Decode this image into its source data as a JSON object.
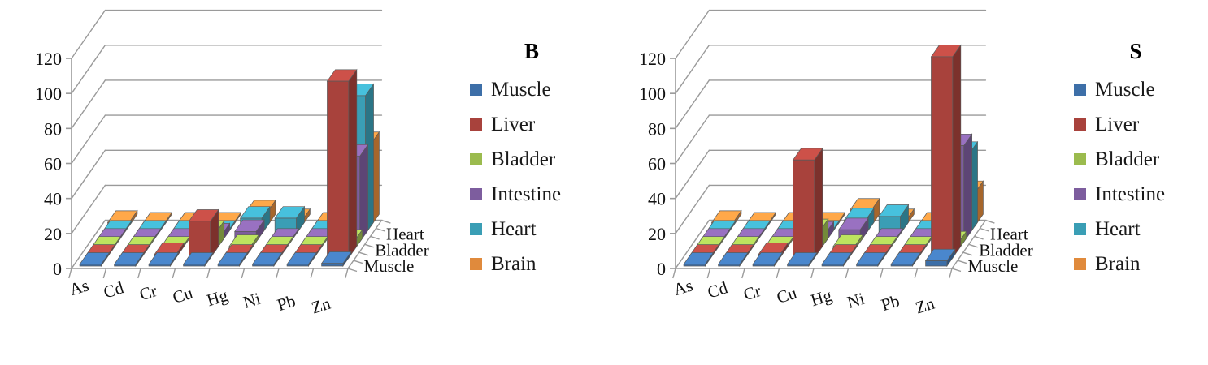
{
  "figure": {
    "background": "#ffffff",
    "panel_count": 2
  },
  "series_colors": {
    "Muscle": "#3D6FA8",
    "Liver": "#A8423C",
    "Bladder": "#9BBB4E",
    "Intestine": "#7D5D9E",
    "Heart": "#3A9EB5",
    "Brain": "#E08A3C"
  },
  "panels": [
    {
      "id": "panel-b",
      "legend_title": "B",
      "legend_items": [
        {
          "label": "Muscle",
          "color": "#3D6FA8"
        },
        {
          "label": "Liver",
          "color": "#A8423C"
        },
        {
          "label": "Bladder",
          "color": "#9BBB4E"
        },
        {
          "label": "Intestine",
          "color": "#7D5D9E"
        },
        {
          "label": "Heart",
          "color": "#3A9EB5"
        },
        {
          "label": "Brain",
          "color": "#E08A3C"
        }
      ]
    },
    {
      "id": "panel-s",
      "legend_title": "S",
      "legend_items": [
        {
          "label": "Muscle",
          "color": "#3D6FA8"
        },
        {
          "label": "Liver",
          "color": "#A8423C"
        },
        {
          "label": "Bladder",
          "color": "#9BBB4E"
        },
        {
          "label": "Intestine",
          "color": "#7D5D9E"
        },
        {
          "label": "Heart",
          "color": "#3A9EB5"
        },
        {
          "label": "Brain",
          "color": "#E08A3C"
        }
      ]
    }
  ],
  "chart_data": [
    {
      "type": "bar",
      "title": "B",
      "subtype": "3d-grouped-bar",
      "xlabel": "",
      "ylabel": "",
      "zlabel": "",
      "ylim": [
        0,
        120
      ],
      "yticks": [
        0,
        20,
        40,
        60,
        80,
        100,
        120
      ],
      "grid": true,
      "legend_position": "right",
      "categories": [
        "As",
        "Cd",
        "Cr",
        "Cu",
        "Hg",
        "Ni",
        "Pb",
        "Zn"
      ],
      "depth_categories": [
        "Muscle",
        "Liver",
        "Bladder",
        "Intestine",
        "Heart",
        "Brain"
      ],
      "depth_tick_labels": [
        "Muscle",
        "Bladder",
        "Heart"
      ],
      "series": [
        {
          "name": "Muscle",
          "color": "#3D6FA8",
          "values": [
            0.4,
            0.3,
            0.4,
            0.5,
            0.4,
            0.3,
            0.3,
            1.5
          ]
        },
        {
          "name": "Liver",
          "color": "#A8423C",
          "values": [
            0.6,
            0.5,
            2.0,
            21.0,
            0.4,
            0.4,
            0.4,
            101.0
          ]
        },
        {
          "name": "Bladder",
          "color": "#9BBB4E",
          "values": [
            0.5,
            0.5,
            0.5,
            10.0,
            2.0,
            0.4,
            0.4,
            5.0
          ]
        },
        {
          "name": "Intestine",
          "color": "#7D5D9E",
          "values": [
            0.5,
            0.5,
            0.5,
            4.0,
            6.0,
            0.4,
            0.4,
            49.0
          ]
        },
        {
          "name": "Heart",
          "color": "#3A9EB5",
          "values": [
            0.5,
            0.5,
            0.5,
            0.6,
            9.0,
            9.0,
            0.5,
            79.0
          ]
        },
        {
          "name": "Brain",
          "color": "#E08A3C",
          "values": [
            2.0,
            0.5,
            0.5,
            0.6,
            8.0,
            3.0,
            0.5,
            47.0
          ]
        }
      ]
    },
    {
      "type": "bar",
      "title": "S",
      "subtype": "3d-grouped-bar",
      "xlabel": "",
      "ylabel": "",
      "zlabel": "",
      "ylim": [
        0,
        120
      ],
      "yticks": [
        0,
        20,
        40,
        60,
        80,
        100,
        120
      ],
      "grid": true,
      "legend_position": "right",
      "categories": [
        "As",
        "Cd",
        "Cr",
        "Cu",
        "Hg",
        "Ni",
        "Pb",
        "Zn"
      ],
      "depth_categories": [
        "Muscle",
        "Liver",
        "Bladder",
        "Intestine",
        "Heart",
        "Brain"
      ],
      "depth_tick_labels": [
        "Muscle",
        "Bladder",
        "Heart"
      ],
      "series": [
        {
          "name": "Muscle",
          "color": "#3D6FA8",
          "values": [
            0.4,
            0.3,
            0.4,
            0.5,
            0.4,
            0.3,
            0.3,
            3.0
          ]
        },
        {
          "name": "Liver",
          "color": "#A8423C",
          "values": [
            0.6,
            0.5,
            2.0,
            56.0,
            0.4,
            0.4,
            0.4,
            115.0
          ]
        },
        {
          "name": "Bladder",
          "color": "#9BBB4E",
          "values": [
            0.5,
            0.5,
            0.5,
            11.0,
            2.0,
            0.4,
            0.4,
            4.0
          ]
        },
        {
          "name": "Intestine",
          "color": "#7D5D9E",
          "values": [
            0.5,
            0.5,
            0.5,
            5.0,
            7.0,
            0.4,
            0.4,
            55.0
          ]
        },
        {
          "name": "Heart",
          "color": "#3A9EB5",
          "values": [
            0.5,
            0.5,
            0.5,
            0.6,
            8.0,
            10.0,
            0.5,
            46.0
          ]
        },
        {
          "name": "Brain",
          "color": "#E08A3C",
          "values": [
            2.0,
            0.5,
            0.5,
            0.6,
            9.0,
            3.0,
            0.5,
            19.0
          ]
        }
      ]
    }
  ]
}
